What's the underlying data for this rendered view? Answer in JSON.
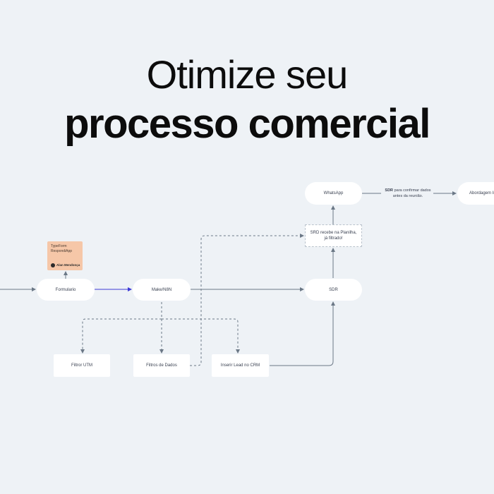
{
  "headline": {
    "line1": "Otimize seu",
    "line2": "processo comercial"
  },
  "flow": {
    "nodes": {
      "formulario": "Formulario",
      "make": "Make/N8N",
      "sdr": "SDR",
      "whatsapp": "WhatsApp",
      "abordagem": "Abordagem Inicial",
      "sdr_planilha": "SRD recebe na Planilha, já filtrado!",
      "filtro_utm": "Filtror UTM",
      "filtros_dados": "Filtros de Dados",
      "inserir_crm": "Inserir Lead no CRM"
    },
    "sticky": {
      "text": "TypeForm RespondiApp",
      "author": "Alan Mendonça"
    },
    "notes": {
      "sdr_confirm_bold": "SDR",
      "sdr_confirm_rest": "para confirmar dados antes da reunião."
    }
  },
  "colors": {
    "background": "#eef2f6",
    "connector": "#6b7886",
    "highlight_connector": "#3d3ad6",
    "sticky": "#f6c7a8"
  }
}
